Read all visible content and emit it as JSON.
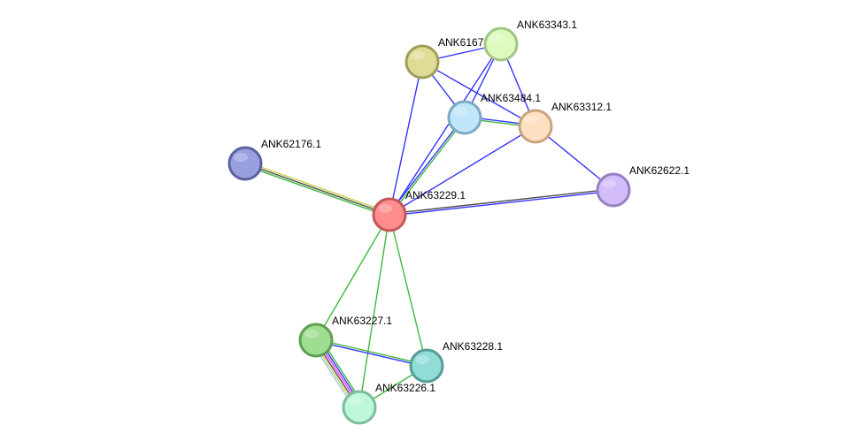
{
  "network": {
    "nodes": [
      {
        "id": "n63229",
        "label": "ANK63229.1",
        "fill": "#ff8d8d",
        "stroke": "#c25757"
      },
      {
        "id": "n62176",
        "label": "ANK62176.1",
        "fill": "#98a0e0",
        "stroke": "#5b62a4"
      },
      {
        "id": "n6167",
        "label": "ANK6167",
        "fill": "#dfdc96",
        "stroke": "#a19e58"
      },
      {
        "id": "n63343",
        "label": "ANK63343.1",
        "fill": "#ddfbbe",
        "stroke": "#a3c487"
      },
      {
        "id": "n63484",
        "label": "ANK63484.1",
        "fill": "#c0e6fa",
        "stroke": "#7ea9c2"
      },
      {
        "id": "n63312",
        "label": "ANK63312.1",
        "fill": "#fddfc1",
        "stroke": "#c9a481"
      },
      {
        "id": "n62622",
        "label": "ANK62622.1",
        "fill": "#d2bdfa",
        "stroke": "#9580c3"
      },
      {
        "id": "n63227",
        "label": "ANK63227.1",
        "fill": "#9ede90",
        "stroke": "#5f9f53"
      },
      {
        "id": "n63228",
        "label": "ANK63228.1",
        "fill": "#92dcd6",
        "stroke": "#529e97"
      },
      {
        "id": "n63226",
        "label": "ANK63226.1",
        "fill": "#bcf8d9",
        "stroke": "#7dbd9d"
      }
    ],
    "edges": [
      {
        "source": "n63229",
        "target": "n62176",
        "colors": [
          "#3db83d",
          "#4d4d4d",
          "#c8d24a"
        ]
      },
      {
        "source": "n63229",
        "target": "n62622",
        "colors": [
          "#4d4d4d",
          "#3333ff"
        ]
      },
      {
        "source": "n63229",
        "target": "n6167",
        "colors": [
          "#3333ff"
        ]
      },
      {
        "source": "n63229",
        "target": "n63343",
        "colors": [
          "#3333ff"
        ]
      },
      {
        "source": "n63229",
        "target": "n63484",
        "colors": [
          "#3333ff",
          "#3db83d"
        ]
      },
      {
        "source": "n63229",
        "target": "n63312",
        "colors": [
          "#3333ff"
        ]
      },
      {
        "source": "n63229",
        "target": "n63227",
        "colors": [
          "#3db83d"
        ]
      },
      {
        "source": "n63229",
        "target": "n63228",
        "colors": [
          "#3db83d"
        ]
      },
      {
        "source": "n63229",
        "target": "n63226",
        "colors": [
          "#3db83d"
        ]
      },
      {
        "source": "n6167",
        "target": "n63343",
        "colors": [
          "#3333ff"
        ]
      },
      {
        "source": "n6167",
        "target": "n63484",
        "colors": [
          "#3333ff"
        ]
      },
      {
        "source": "n6167",
        "target": "n63312",
        "colors": [
          "#3333ff"
        ]
      },
      {
        "source": "n63343",
        "target": "n63484",
        "colors": [
          "#3333ff"
        ]
      },
      {
        "source": "n63343",
        "target": "n63312",
        "colors": [
          "#3333ff"
        ]
      },
      {
        "source": "n63484",
        "target": "n63312",
        "colors": [
          "#3333ff",
          "#3db83d"
        ]
      },
      {
        "source": "n63312",
        "target": "n62622",
        "colors": [
          "#3333ff"
        ]
      },
      {
        "source": "n63227",
        "target": "n63228",
        "colors": [
          "#3db83d",
          "#3333ff"
        ]
      },
      {
        "source": "n63227",
        "target": "n63226",
        "colors": [
          "#3db83d",
          "#3333ff",
          "#ff33ff",
          "#4d4d4d",
          "#c8d24a",
          "#9ec6e8"
        ]
      },
      {
        "source": "n63228",
        "target": "n63226",
        "colors": [
          "#3db83d"
        ]
      }
    ]
  }
}
